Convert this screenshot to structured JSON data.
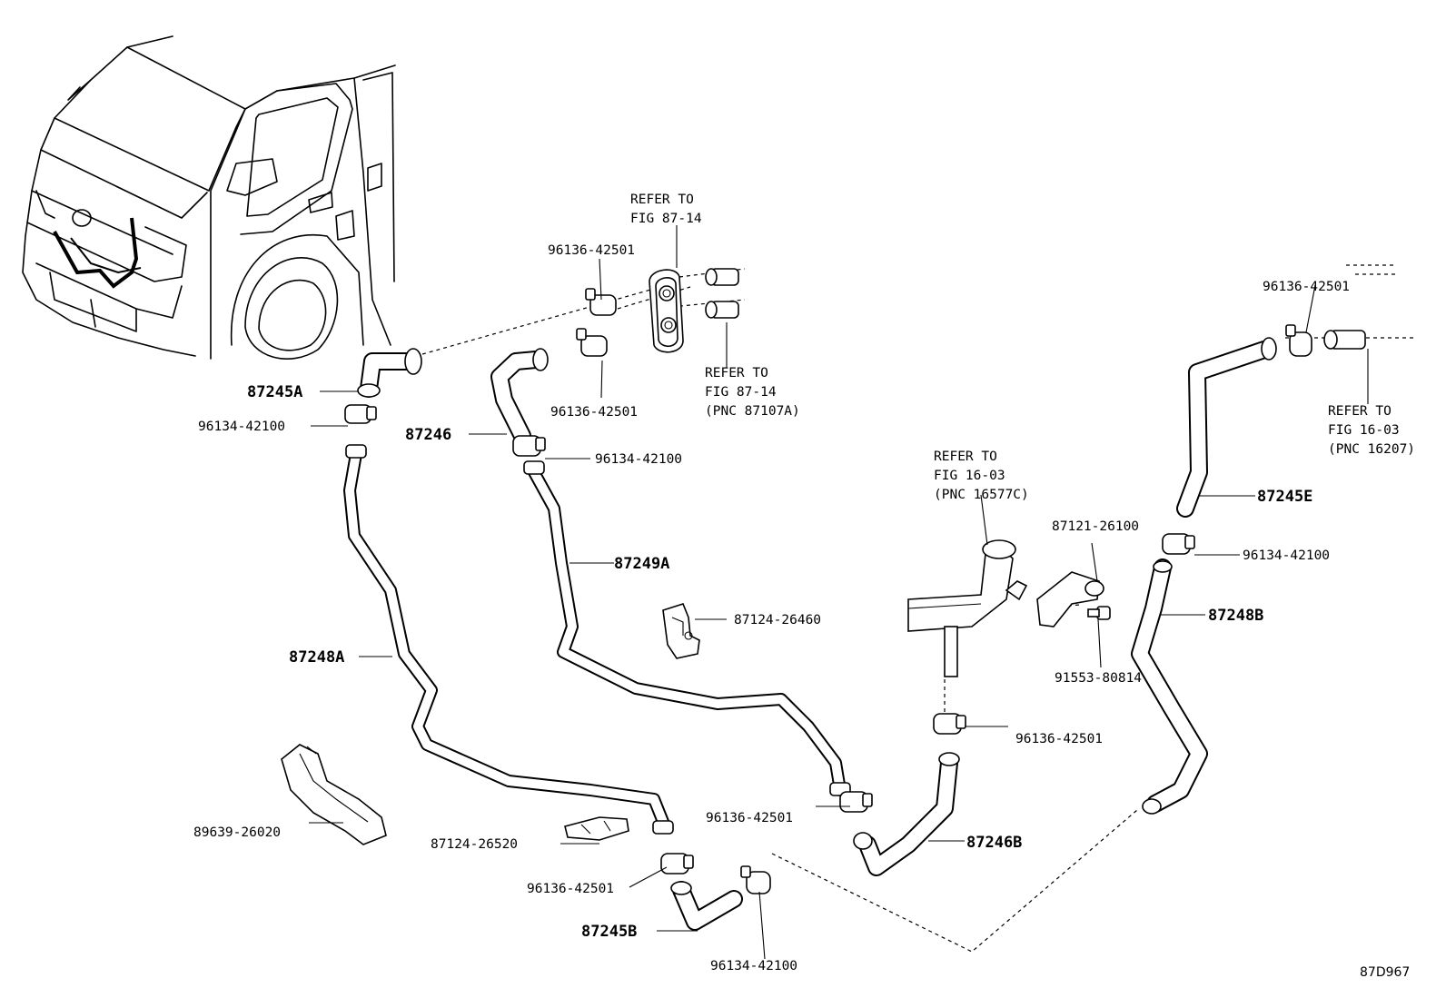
{
  "labels": {
    "p87245A": "87245A",
    "p87246": "87246",
    "p87249A": "87249A",
    "p87248A": "87248A",
    "p87245E": "87245E",
    "p87248B": "87248B",
    "p87246B": "87246B",
    "p87245B": "87245B",
    "c96134_a": "96134-42100",
    "c96134_b": "96134-42100",
    "c96134_c": "96134-42100",
    "c96134_d": "96134-42100",
    "c96136_a": "96136-42501",
    "c96136_b": "96136-42501",
    "c96136_c": "96136-42501",
    "c96136_d": "96136-42501",
    "c96136_e": "96136-42501",
    "c96136_f": "96136-42501",
    "p87124_26460": "87124-26460",
    "p87124_26520": "87124-26520",
    "p87121_26100": "87121-26100",
    "p91553_80814": "91553-80814",
    "p89639_26020": "89639-26020"
  },
  "refs": {
    "ref_fig8714_top": [
      "REFER TO",
      "FIG 87-14"
    ],
    "ref_fig8714_pnc": [
      "REFER TO",
      "FIG 87-14",
      "(PNC 87107A)"
    ],
    "ref_fig1603_c": [
      "REFER TO",
      "FIG 16-03",
      "(PNC 16577C)"
    ],
    "ref_fig1603_pnc": [
      "REFER TO",
      "FIG 16-03",
      "(PNC 16207)"
    ]
  },
  "figure_code": "87D967"
}
